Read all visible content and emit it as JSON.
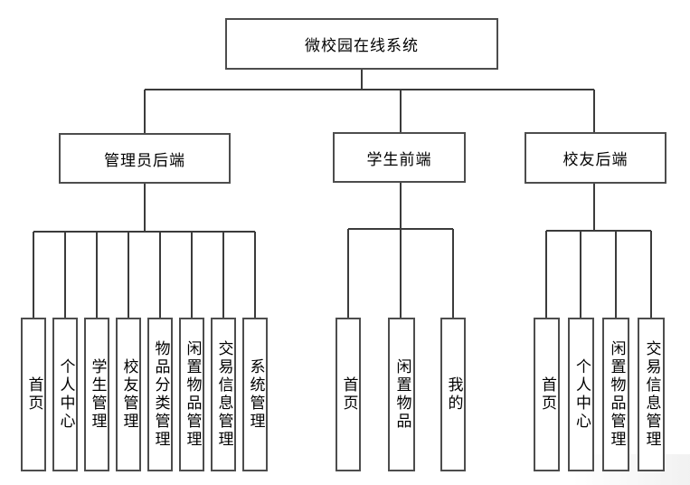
{
  "page": {
    "background_color": "#ffffff",
    "line_color": "#3b3b3b",
    "box_border_color": "#4d4d4d"
  },
  "diagram": {
    "type": "org-tree",
    "root": {
      "label": "微校园在线系统"
    },
    "branches": [
      {
        "label": "管理员后端",
        "children": [
          {
            "label": "首页"
          },
          {
            "label": "个人中心"
          },
          {
            "label": "学生管理"
          },
          {
            "label": "校友管理"
          },
          {
            "label": "物品分类管理"
          },
          {
            "label": "闲置物品管理"
          },
          {
            "label": "交易信息管理"
          },
          {
            "label": "系统管理"
          }
        ]
      },
      {
        "label": "学生前端",
        "children": [
          {
            "label": "首页"
          },
          {
            "label": "闲置物品"
          },
          {
            "label": "我的"
          }
        ]
      },
      {
        "label": "校友后端",
        "children": [
          {
            "label": "首页"
          },
          {
            "label": "个人中心"
          },
          {
            "label": "闲置物品管理"
          },
          {
            "label": "交易信息管理"
          }
        ]
      }
    ]
  }
}
